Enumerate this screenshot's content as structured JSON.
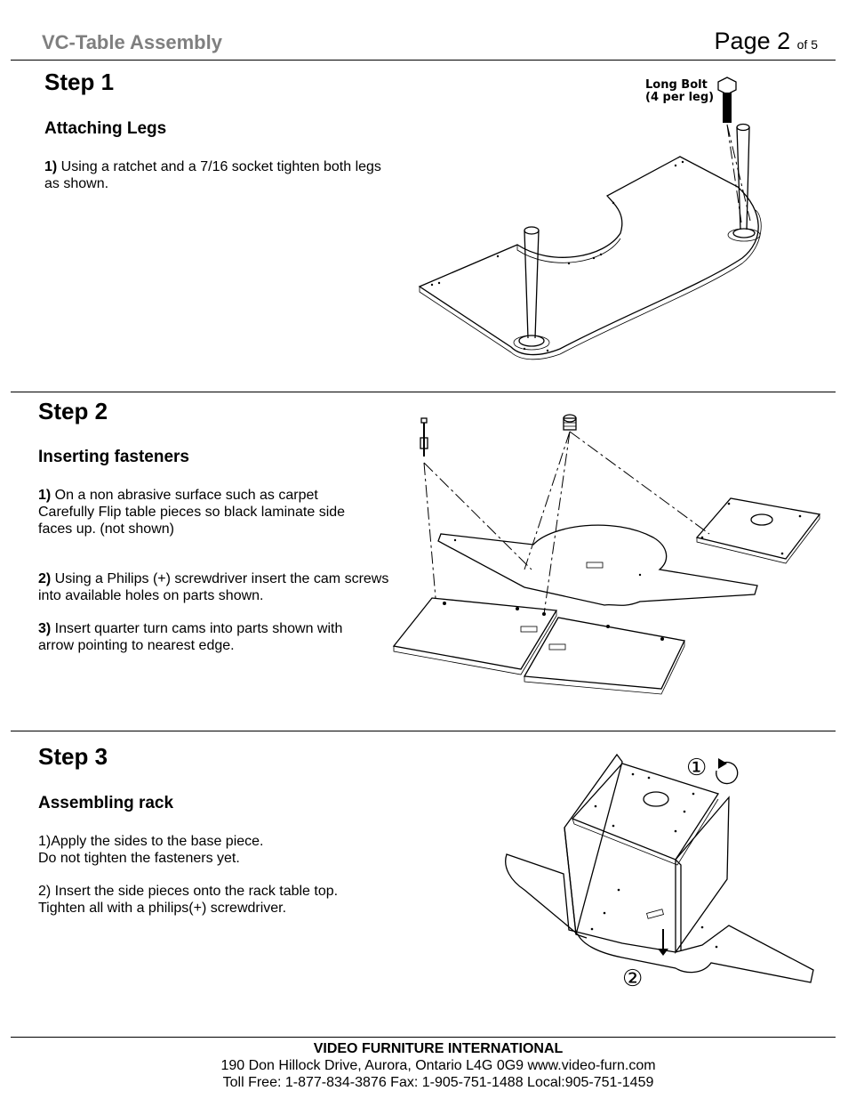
{
  "header": {
    "doc_title": "VC-Table Assembly",
    "page_label": "Page 2",
    "page_of": "of 5"
  },
  "step1": {
    "heading": "Step 1",
    "subheading": "Attaching Legs",
    "item1_num": "1)",
    "item1_text": " Using a ratchet and a 7/16 socket tighten both legs as shown.",
    "callout_line1": "Long Bolt",
    "callout_line2": "(4 per leg)"
  },
  "step2": {
    "heading": "Step 2",
    "subheading": "Inserting fasteners",
    "item1_num": "1)",
    "item1_text": " On a non abrasive surface such as carpet Carefully Flip table pieces so black laminate side faces up. (not shown)",
    "item2_num": "2)",
    "item2_text": " Using a Philips (+) screwdriver insert the cam screws into available holes on parts shown.",
    "item3_num": "3)",
    "item3_text": " Insert quarter turn cams into parts shown with arrow pointing to nearest edge."
  },
  "step3": {
    "heading": "Step 3",
    "subheading": "Assembling rack",
    "item1_line1": "1)Apply the sides to the base piece.",
    "item1_line2": "Do not tighten the fasteners yet.",
    "item2_line1": "2) Insert the side pieces onto the rack table top.",
    "item2_line2": "Tighten all with a philips(+) screwdriver.",
    "marker1": "①",
    "marker2": "②"
  },
  "footer": {
    "company": "VIDEO FURNITURE INTERNATIONAL",
    "address": "190 Don Hillock Drive,  Aurora, Ontario  L4G 0G9    www.video-furn.com",
    "phones": "Toll Free: 1-877-834-3876      Fax: 1-905-751-1488  Local:905-751-1459"
  }
}
